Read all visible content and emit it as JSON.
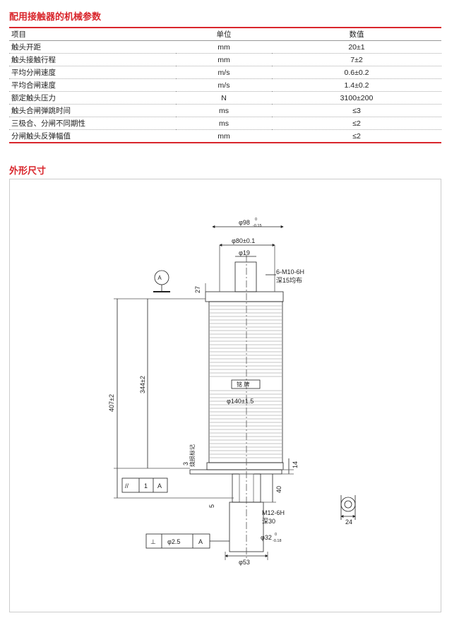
{
  "section1_title": "配用接触器的机械参数",
  "table": {
    "headers": [
      "项目",
      "单位",
      "数值"
    ],
    "rows": [
      [
        "触头开距",
        "mm",
        "20±1"
      ],
      [
        "触头接触行程",
        "mm",
        "7±2"
      ],
      [
        "平均分闸速度",
        "m/s",
        "0.6±0.2"
      ],
      [
        "平均合闸速度",
        "m/s",
        "1.4±0.2"
      ],
      [
        "额定触头压力",
        "N",
        "3100±200"
      ],
      [
        "触头合闸弹跳时间",
        "ms",
        "≤3"
      ],
      [
        "三极合、分闸不同期性",
        "ms",
        "≤2"
      ],
      [
        "分闸触头反弹幅值",
        "mm",
        "≤2"
      ]
    ]
  },
  "section2_title": "外形尺寸",
  "drawing": {
    "dim_d98": "φ98",
    "dim_d98_tol_upper": "0",
    "dim_d98_tol_lower": "-0.15",
    "dim_d80": "φ80±0.1",
    "dim_d19": "φ19",
    "thread_top": "6-M10-6H",
    "thread_top_depth": "深15均布",
    "datum_a": "A",
    "dim_27": "27",
    "dim_407": "407±2",
    "dim_344": "344±2",
    "nameplate": "铭 牌",
    "dim_d140": "φ140±1.5",
    "dim_3": "3",
    "mark_label": "烧损标记",
    "dim_14": "14",
    "parallel_symbol": "//",
    "parallel_value": "1",
    "parallel_datum": "A",
    "dim_40": "40",
    "dim_5": "5",
    "thread_bottom": "M12-6H",
    "thread_bottom_depth": "深30",
    "perp_symbol": "⊥",
    "perp_value": "φ2.5",
    "perp_datum": "A",
    "dim_d32": "φ32",
    "dim_d32_tol_upper": "0",
    "dim_d32_tol_lower": "-0.18",
    "dim_d53": "φ53",
    "dim_24": "24"
  }
}
